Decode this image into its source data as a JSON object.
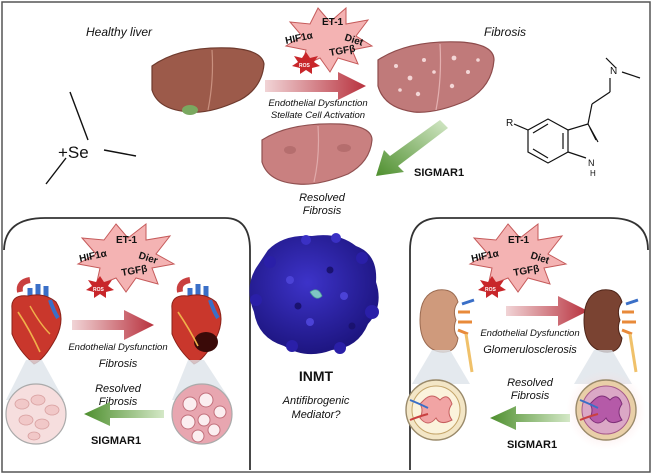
{
  "top": {
    "healthy_label": "Healthy liver",
    "fibrosis_label": "Fibrosis",
    "resolved_line1": "Resolved",
    "resolved_line2": "Fibrosis",
    "dysfunction": "Endothelial Dysfunction",
    "stellate": "Stellate Cell Activation",
    "sigmar": "SIGMAR1",
    "burst": {
      "et1": "ET-1",
      "diet": "Diet",
      "hif": "HIF1α",
      "tgf": "TGFβ",
      "ros": "ROS"
    }
  },
  "selenium": {
    "label": "+Se"
  },
  "tryptamine": {
    "r": "R",
    "n": "N",
    "nh": "N",
    "h": "H"
  },
  "center": {
    "enzyme": "INMT",
    "mediator1": "Antifibrogenic",
    "mediator2": "Mediator?"
  },
  "heart": {
    "burst": {
      "et1": "ET-1",
      "diet": "Dier",
      "hif": "HIF1α",
      "tgf": "TGFβ",
      "ros": "ROS"
    },
    "dysfunction": "Endothelial Dysfunction",
    "fibrosis": "Fibrosis",
    "resolved1": "Resolved",
    "resolved2": "Fibrosis",
    "sigmar": "SIGMAR1"
  },
  "kidney": {
    "burst": {
      "et1": "ET-1",
      "diet": "Diet",
      "hif": "HIF1α",
      "tgf": "TGFβ",
      "ros": "ROS"
    },
    "dysfunction": "Endothelial Dysfunction",
    "glomerulo": "Glomerulosclerosis",
    "resolved1": "Resolved",
    "resolved2": "Fibrosis",
    "sigmar": "SIGMAR1"
  },
  "colors": {
    "burst": "#f4b3b3",
    "burst_stroke": "#c55a5a",
    "ros": "#c8262a",
    "red_arrow": "#b8323e",
    "green_arrow": "#4e8f2e",
    "liver_healthy": "#9c5a4a",
    "liver_fibrotic": "#c07a7a",
    "enzyme": "#2a1fa8"
  }
}
